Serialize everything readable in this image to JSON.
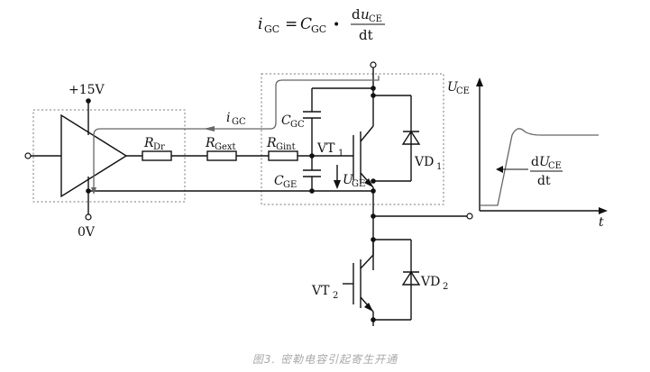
{
  "formula": {
    "i": "i",
    "i_sub": "GC",
    "eq": "=",
    "C": "C",
    "C_sub": "GC",
    "dot": "•",
    "num_d": "d",
    "num_u": "u",
    "num_sub": "CE",
    "den": "dt"
  },
  "labels": {
    "supply_pos": "+15V",
    "supply_gnd": "0V",
    "i_gc": "i",
    "i_gc_sub": "GC",
    "c_gc": "C",
    "c_gc_sub": "GC",
    "c_ge": "C",
    "c_ge_sub": "GE",
    "r_dr": "R",
    "r_dr_sub": "Dr",
    "r_gext": "R",
    "r_gext_sub": "Gext",
    "r_gint": "R",
    "r_gint_sub": "Gint",
    "vt1": "VT",
    "vt1_sub": "1",
    "vt2": "VT",
    "vt2_sub": "2",
    "u_ge": "U",
    "u_ge_sub": "GE",
    "vd1": "VD",
    "vd1_sub": "1",
    "vd2": "VD",
    "vd2_sub": "2",
    "u_ce": "U",
    "u_ce_sub": "CE",
    "slope_num_d": "d",
    "slope_num_u": "U",
    "slope_num_sub": "CE",
    "slope_den": "dt",
    "t_axis": "t"
  },
  "caption": "图3. 密勒电容引起寄生开通"
}
